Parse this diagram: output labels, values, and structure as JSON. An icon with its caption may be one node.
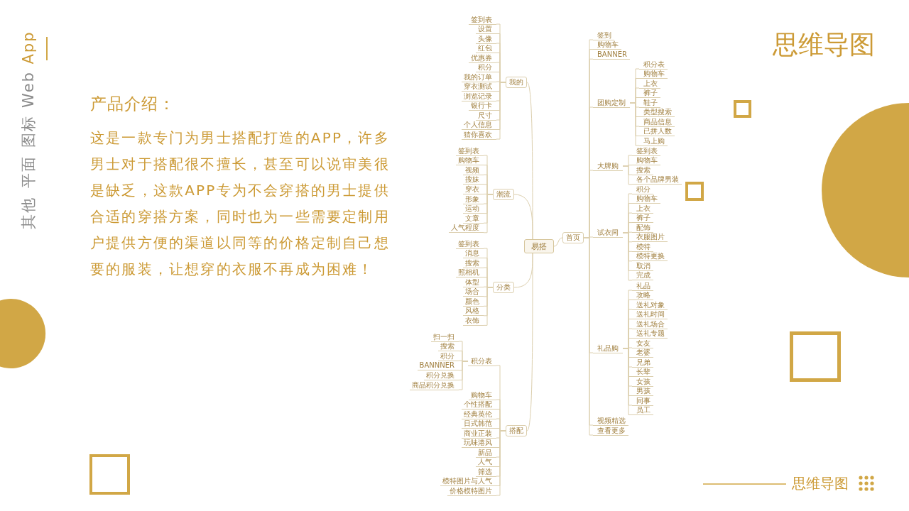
{
  "diagram": {
    "title": "思维导图",
    "nodes": [
      {
        "text": [
          "易搭"
        ]
      },
      {
        "text": [
          "我的"
        ]
      },
      {
        "text": [
          "签到表"
        ]
      },
      {
        "text": [
          "设置"
        ]
      },
      {
        "text": [
          "头像"
        ]
      },
      {
        "text": [
          "红包"
        ]
      },
      {
        "text": [
          "优惠券"
        ]
      },
      {
        "text": [
          "积分"
        ]
      },
      {
        "text": [
          "我的订单"
        ]
      },
      {
        "text": [
          "穿衣测试"
        ]
      },
      {
        "text": [
          "浏览记录"
        ]
      },
      {
        "text": [
          "银行卡"
        ]
      },
      {
        "text": [
          "尺寸"
        ]
      },
      {
        "text": [
          "个人信息"
        ]
      },
      {
        "text": [
          "猜你喜欢"
        ]
      },
      {
        "text": [
          "潮流"
        ]
      },
      {
        "text": [
          "签到表"
        ]
      },
      {
        "text": [
          "购物车"
        ]
      },
      {
        "text": [
          "视频"
        ]
      },
      {
        "text": [
          "搜妹"
        ]
      },
      {
        "text": [
          "穿衣"
        ]
      },
      {
        "text": [
          "形象"
        ]
      },
      {
        "text": [
          "运动"
        ]
      },
      {
        "text": [
          "文章"
        ]
      },
      {
        "text": [
          "人气程度"
        ]
      },
      {
        "text": [
          "分类"
        ]
      },
      {
        "text": [
          "签到表"
        ]
      },
      {
        "text": [
          "消息"
        ]
      },
      {
        "text": [
          "搜索"
        ]
      },
      {
        "text": [
          "照相机"
        ]
      },
      {
        "text": [
          "体型"
        ]
      },
      {
        "text": [
          "场合"
        ]
      },
      {
        "text": [
          "颜色"
        ]
      },
      {
        "text": [
          "风格"
        ]
      },
      {
        "text": [
          "衣饰"
        ]
      },
      {
        "text": [
          "搭配"
        ]
      },
      {
        "text": [
          "积分表"
        ]
      },
      {
        "text": [
          "扫一扫"
        ]
      },
      {
        "text": [
          "搜索"
        ]
      },
      {
        "text": [
          "积分"
        ]
      },
      {
        "text": [
          "BANNNER"
        ]
      },
      {
        "text": [
          "积分兑换"
        ]
      },
      {
        "text": [
          "商品积分兑换"
        ]
      },
      {
        "text": [
          "购物车"
        ]
      },
      {
        "text": [
          "个性搭配"
        ]
      },
      {
        "text": [
          "经典英伦"
        ]
      },
      {
        "text": [
          "日式韩范"
        ]
      },
      {
        "text": [
          "商业正装"
        ]
      },
      {
        "text": [
          "玩味港风"
        ]
      },
      {
        "text": [
          "新品"
        ]
      },
      {
        "text": [
          "人气"
        ]
      },
      {
        "text": [
          "筛选"
        ]
      },
      {
        "text": [
          "模特图片与人气"
        ]
      },
      {
        "text": [
          "价格模特图片"
        ]
      },
      {
        "text": [
          "首页"
        ]
      },
      {
        "text": [
          "签到"
        ]
      },
      {
        "text": [
          "购物车"
        ]
      },
      {
        "text": [
          "BANNER"
        ]
      },
      {
        "text": [
          "团购定制"
        ]
      },
      {
        "text": [
          "积分表"
        ]
      },
      {
        "text": [
          "购物车"
        ]
      },
      {
        "text": [
          "上衣"
        ]
      },
      {
        "text": [
          "裤子"
        ]
      },
      {
        "text": [
          "鞋子"
        ]
      },
      {
        "text": [
          "类型搜索"
        ]
      },
      {
        "text": [
          "商品信息"
        ]
      },
      {
        "text": [
          "已拼人数"
        ]
      },
      {
        "text": [
          "马上购"
        ]
      },
      {
        "text": [
          "大牌购"
        ]
      },
      {
        "text": [
          "签到表"
        ]
      },
      {
        "text": [
          "购物车"
        ]
      },
      {
        "text": [
          "搜索"
        ]
      },
      {
        "text": [
          "各个品牌男装"
        ]
      },
      {
        "text": [
          "试衣间"
        ]
      },
      {
        "text": [
          "积分"
        ]
      },
      {
        "text": [
          "购物车"
        ]
      },
      {
        "text": [
          "上衣"
        ]
      },
      {
        "text": [
          "裤子"
        ]
      },
      {
        "text": [
          "配饰"
        ]
      },
      {
        "text": [
          "衣服图片"
        ]
      },
      {
        "text": [
          "模特"
        ]
      },
      {
        "text": [
          "模特更换"
        ]
      },
      {
        "text": [
          "取消"
        ]
      },
      {
        "text": [
          "完成"
        ]
      },
      {
        "text": [
          "礼品购"
        ]
      },
      {
        "text": [
          "礼品"
        ]
      },
      {
        "text": [
          "攻略"
        ]
      },
      {
        "text": [
          "送礼对象"
        ]
      },
      {
        "text": [
          "送礼时间"
        ]
      },
      {
        "text": [
          "送礼场合"
        ]
      },
      {
        "text": [
          "送礼专题"
        ]
      },
      {
        "text": [
          "女友"
        ]
      },
      {
        "text": [
          "老婆"
        ]
      },
      {
        "text": [
          "兄弟"
        ]
      },
      {
        "text": [
          "长辈"
        ]
      },
      {
        "text": [
          "女孩"
        ]
      },
      {
        "text": [
          "男孩"
        ]
      },
      {
        "text": [
          "同事"
        ]
      },
      {
        "text": [
          "员工"
        ]
      },
      {
        "text": [
          "视频精选"
        ]
      },
      {
        "text": [
          "查看更多"
        ]
      }
    ],
    "edges": [
      {
        "from": 0,
        "to": 1,
        "arrow": "none"
      },
      {
        "from": 0,
        "to": 15,
        "arrow": "none"
      },
      {
        "from": 0,
        "to": 25,
        "arrow": "none"
      },
      {
        "from": 0,
        "to": 35,
        "arrow": "none"
      },
      {
        "from": 0,
        "to": 54,
        "arrow": "none"
      },
      {
        "from": 1,
        "to": 2,
        "arrow": "none"
      },
      {
        "from": 1,
        "to": 3,
        "arrow": "none"
      },
      {
        "from": 1,
        "to": 4,
        "arrow": "none"
      },
      {
        "from": 1,
        "to": 5,
        "arrow": "none"
      },
      {
        "from": 1,
        "to": 6,
        "arrow": "none"
      },
      {
        "from": 1,
        "to": 7,
        "arrow": "none"
      },
      {
        "from": 1,
        "to": 8,
        "arrow": "none"
      },
      {
        "from": 1,
        "to": 9,
        "arrow": "none"
      },
      {
        "from": 1,
        "to": 10,
        "arrow": "none"
      },
      {
        "from": 1,
        "to": 11,
        "arrow": "none"
      },
      {
        "from": 1,
        "to": 12,
        "arrow": "none"
      },
      {
        "from": 1,
        "to": 13,
        "arrow": "none"
      },
      {
        "from": 1,
        "to": 14,
        "arrow": "none"
      },
      {
        "from": 15,
        "to": 16,
        "arrow": "none"
      },
      {
        "from": 15,
        "to": 17,
        "arrow": "none"
      },
      {
        "from": 15,
        "to": 18,
        "arrow": "none"
      },
      {
        "from": 15,
        "to": 19,
        "arrow": "none"
      },
      {
        "from": 15,
        "to": 20,
        "arrow": "none"
      },
      {
        "from": 15,
        "to": 21,
        "arrow": "none"
      },
      {
        "from": 15,
        "to": 22,
        "arrow": "none"
      },
      {
        "from": 15,
        "to": 23,
        "arrow": "none"
      },
      {
        "from": 15,
        "to": 24,
        "arrow": "none"
      },
      {
        "from": 25,
        "to": 26,
        "arrow": "none"
      },
      {
        "from": 25,
        "to": 27,
        "arrow": "none"
      },
      {
        "from": 25,
        "to": 28,
        "arrow": "none"
      },
      {
        "from": 25,
        "to": 29,
        "arrow": "none"
      },
      {
        "from": 25,
        "to": 30,
        "arrow": "none"
      },
      {
        "from": 25,
        "to": 31,
        "arrow": "none"
      },
      {
        "from": 25,
        "to": 32,
        "arrow": "none"
      },
      {
        "from": 25,
        "to": 33,
        "arrow": "none"
      },
      {
        "from": 25,
        "to": 34,
        "arrow": "none"
      },
      {
        "from": 35,
        "to": 36,
        "arrow": "none"
      },
      {
        "from": 36,
        "to": 37,
        "arrow": "none"
      },
      {
        "from": 36,
        "to": 38,
        "arrow": "none"
      },
      {
        "from": 36,
        "to": 39,
        "arrow": "none"
      },
      {
        "from": 36,
        "to": 40,
        "arrow": "none"
      },
      {
        "from": 36,
        "to": 41,
        "arrow": "none"
      },
      {
        "from": 36,
        "to": 42,
        "arrow": "none"
      },
      {
        "from": 35,
        "to": 43,
        "arrow": "none"
      },
      {
        "from": 35,
        "to": 44,
        "arrow": "none"
      },
      {
        "from": 35,
        "to": 45,
        "arrow": "none"
      },
      {
        "from": 35,
        "to": 46,
        "arrow": "none"
      },
      {
        "from": 35,
        "to": 47,
        "arrow": "none"
      },
      {
        "from": 35,
        "to": 48,
        "arrow": "none"
      },
      {
        "from": 35,
        "to": 49,
        "arrow": "none"
      },
      {
        "from": 35,
        "to": 50,
        "arrow": "none"
      },
      {
        "from": 35,
        "to": 51,
        "arrow": "none"
      },
      {
        "from": 35,
        "to": 52,
        "arrow": "none"
      },
      {
        "from": 35,
        "to": 53,
        "arrow": "none"
      },
      {
        "from": 54,
        "to": 55,
        "arrow": "none"
      },
      {
        "from": 54,
        "to": 56,
        "arrow": "none"
      },
      {
        "from": 54,
        "to": 57,
        "arrow": "none"
      },
      {
        "from": 54,
        "to": 58,
        "arrow": "none"
      },
      {
        "from": 58,
        "to": 59,
        "arrow": "none"
      },
      {
        "from": 58,
        "to": 60,
        "arrow": "none"
      },
      {
        "from": 58,
        "to": 61,
        "arrow": "none"
      },
      {
        "from": 58,
        "to": 62,
        "arrow": "none"
      },
      {
        "from": 58,
        "to": 63,
        "arrow": "none"
      },
      {
        "from": 58,
        "to": 64,
        "arrow": "none"
      },
      {
        "from": 58,
        "to": 65,
        "arrow": "none"
      },
      {
        "from": 58,
        "to": 66,
        "arrow": "none"
      },
      {
        "from": 58,
        "to": 67,
        "arrow": "none"
      },
      {
        "from": 54,
        "to": 68,
        "arrow": "none"
      },
      {
        "from": 68,
        "to": 69,
        "arrow": "none"
      },
      {
        "from": 68,
        "to": 70,
        "arrow": "none"
      },
      {
        "from": 68,
        "to": 71,
        "arrow": "none"
      },
      {
        "from": 68,
        "to": 72,
        "arrow": "none"
      },
      {
        "from": 54,
        "to": 73,
        "arrow": "none"
      },
      {
        "from": 73,
        "to": 74,
        "arrow": "none"
      },
      {
        "from": 73,
        "to": 75,
        "arrow": "none"
      },
      {
        "from": 73,
        "to": 76,
        "arrow": "none"
      },
      {
        "from": 73,
        "to": 77,
        "arrow": "none"
      },
      {
        "from": 73,
        "to": 78,
        "arrow": "none"
      },
      {
        "from": 73,
        "to": 79,
        "arrow": "none"
      },
      {
        "from": 73,
        "to": 80,
        "arrow": "none"
      },
      {
        "from": 73,
        "to": 81,
        "arrow": "none"
      },
      {
        "from": 73,
        "to": 82,
        "arrow": "none"
      },
      {
        "from": 73,
        "to": 83,
        "arrow": "none"
      },
      {
        "from": 54,
        "to": 84,
        "arrow": "none"
      },
      {
        "from": 84,
        "to": 85,
        "arrow": "none"
      },
      {
        "from": 84,
        "to": 86,
        "arrow": "none"
      },
      {
        "from": 84,
        "to": 87,
        "arrow": "none"
      },
      {
        "from": 84,
        "to": 88,
        "arrow": "none"
      },
      {
        "from": 84,
        "to": 89,
        "arrow": "none"
      },
      {
        "from": 84,
        "to": 90,
        "arrow": "none"
      },
      {
        "from": 84,
        "to": 91,
        "arrow": "none"
      },
      {
        "from": 84,
        "to": 92,
        "arrow": "none"
      },
      {
        "from": 84,
        "to": 93,
        "arrow": "none"
      },
      {
        "from": 84,
        "to": 94,
        "arrow": "none"
      },
      {
        "from": 84,
        "to": 95,
        "arrow": "none"
      },
      {
        "from": 84,
        "to": 96,
        "arrow": "none"
      },
      {
        "from": 84,
        "to": 97,
        "arrow": "none"
      },
      {
        "from": 84,
        "to": 98,
        "arrow": "none"
      },
      {
        "from": 54,
        "to": 99,
        "arrow": "none"
      },
      {
        "from": 54,
        "to": 100,
        "arrow": "none"
      }
    ],
    "labels": [
      "其他",
      "平面",
      "图标",
      "Web",
      "App",
      "产品介绍：",
      "这是一款专门为男士搭配打造的APP，许多男士对于搭配很不擅长，甚至可以说审美很是缺乏，这款APP专为不会穿搭的男士提供合适的穿搭方案，同时也为一些需要定制用户提供方便的渠道以同等的价格定制自己想要的服装，让想穿的衣服不再成为困难！",
      "思维导图"
    ]
  }
}
